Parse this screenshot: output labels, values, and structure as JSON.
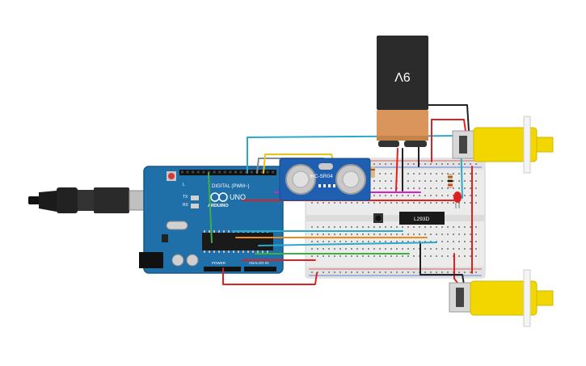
{
  "battery": {
    "label": "9V"
  },
  "sensor": {
    "label": "HC-SR04"
  },
  "driver_ic": {
    "label": "L293D"
  },
  "arduino": {
    "brand": "ARDUINO",
    "model": "UNO",
    "digital_header": "DIGITAL (PWM~)",
    "power_header": "POWER",
    "analog_header": "ANALOG IN",
    "tx_label": "TX",
    "rx_label": "RX",
    "l_label": "L"
  },
  "colors": {
    "board": "#1f6fa8",
    "breadboard": "#e9e9e9",
    "motor": "#f2d600",
    "battery_top": "#2b2b2b",
    "battery_bottom": "#d9955a",
    "wire_red": "#e02020",
    "wire_black": "#222222",
    "wire_cyan": "#2aa9c9",
    "wire_yellow": "#e8c420",
    "wire_green": "#3cb043",
    "wire_orange": "#f08a1c",
    "wire_magenta": "#d020d0",
    "wire_gray": "#8a8a8a"
  },
  "icons": {
    "usb_cable": "usb-cable-icon",
    "led": "red-led-icon",
    "push_button": "push-button-icon",
    "resistor": "resistor-icon"
  }
}
